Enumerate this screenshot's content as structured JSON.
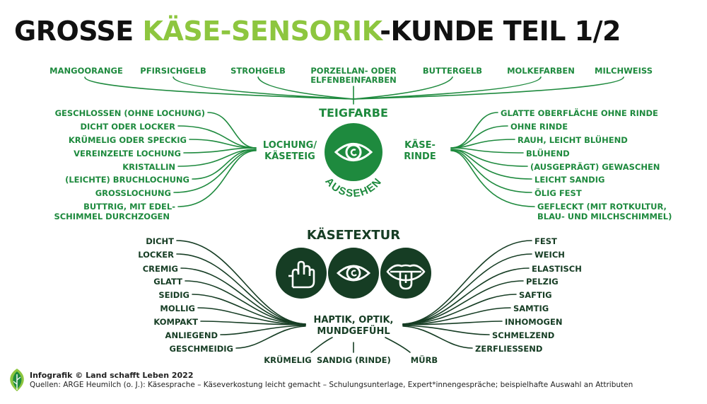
{
  "title": {
    "part1": "GROSSE ",
    "accent": "KÄSE-SENSORIK",
    "part2": "-KUNDE TEIL 1/2"
  },
  "colors": {
    "accent_light": "#8dc63f",
    "green": "#1e8a3e",
    "dark_green": "#163d24"
  },
  "teigfarbe": {
    "heading": "TEIGFARBE",
    "items": [
      "MANGOORANGE",
      "PFIRSICHGELB",
      "STROHGELB",
      "PORZELLAN- ODER",
      "ELFENBEINFARBEN",
      "BUTTERGELB",
      "MOLKEFARBEN",
      "MILCHWEISS"
    ]
  },
  "lochung": {
    "hub_line1": "LOCHUNG/",
    "hub_line2": "KÄSETEIG",
    "items": [
      "GESCHLOSSEN (OHNE LOCHUNG)",
      "DICHT ODER LOCKER",
      "KRÜMELIG ODER SPECKIG",
      "VEREINZELTE LOCHUNG",
      "KRISTALLIN",
      "(LEICHTE) BRUCHLOCHUNG",
      "GROSSLOCHUNG",
      "BUTTRIG, MIT EDEL-",
      "SCHIMMEL DURCHZOGEN"
    ]
  },
  "rinde": {
    "hub_line1": "KÄSE-",
    "hub_line2": "RINDE",
    "items": [
      "GLATTE OBERFLÄCHE OHNE RINDE",
      "OHNE RINDE",
      "RAUH, LEICHT BLÜHEND",
      "BLÜHEND",
      "(AUSGEPRÄGT) GEWASCHEN",
      "LEICHT SANDIG",
      "ÖLIG FEST",
      "GEFLECKT (MIT ROTKULTUR,",
      "BLAU- UND MILCHSCHIMMEL)"
    ]
  },
  "aussehen": {
    "label": "AUSSEHEN",
    "icon": "eye-icon"
  },
  "textur": {
    "heading": "KÄSETEXTUR",
    "hub_line1": "HAPTIK, OPTIK,",
    "hub_line2": "MUNDGEFÜHL",
    "icons": [
      "hand-icon",
      "eye-icon",
      "mouth-icon"
    ],
    "left_items": [
      "DICHT",
      "LOCKER",
      "CREMIG",
      "GLATT",
      "SEIDIG",
      "MOLLIG",
      "KOMPAKT",
      "ANLIEGEND",
      "GESCHMEIDIG"
    ],
    "right_items": [
      "FEST",
      "WEICH",
      "ELASTISCH",
      "PELZIG",
      "SAFTIG",
      "SAMTIG",
      "INHOMOGEN",
      "SCHMELZEND",
      "ZERFLIESSEND"
    ],
    "bottom_items": [
      "KRÜMELIG",
      "SANDIG (RINDE)",
      "MÜRB"
    ]
  },
  "footer": {
    "credit": "Infografik © Land schafft Leben 2022",
    "sources": "Quellen: ARGE Heumilch (o. J.): Käsesprache – Käseverkostung leicht gemacht – Schulungsunterlage, Expert*innengespräche; beispielhafte Auswahl an Attributen",
    "logo_icon": "leaf-logo-icon"
  }
}
